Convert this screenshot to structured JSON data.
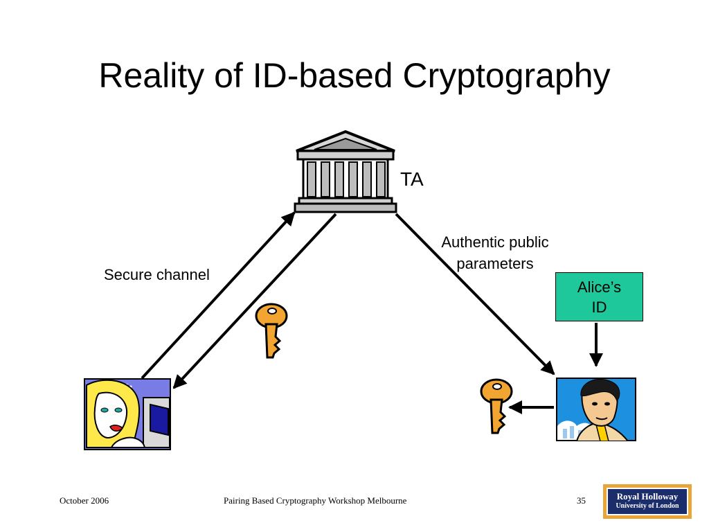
{
  "slide": {
    "title": "Reality of ID-based Cryptography",
    "ta_label": "TA",
    "authentic_label_line1": "Authentic public",
    "authentic_label_line2": "parameters",
    "secure_channel_label": "Secure channel",
    "id_box_line1": "Alice’s",
    "id_box_line2": "ID"
  },
  "footer": {
    "date": "October 2006",
    "center": "Pairing Based Cryptography Workshop Melbourne",
    "page": "35"
  },
  "logo": {
    "line1": "Royal Holloway",
    "line2": "University of London"
  },
  "colors": {
    "id_box": "#1fc89a",
    "key": "#f2a531",
    "logo_bg": "#1c2d6b",
    "logo_border": "#e7a53a"
  },
  "icons": [
    "bank-building-icon",
    "key-icon",
    "woman-at-computer-icon",
    "man-portrait-icon"
  ]
}
